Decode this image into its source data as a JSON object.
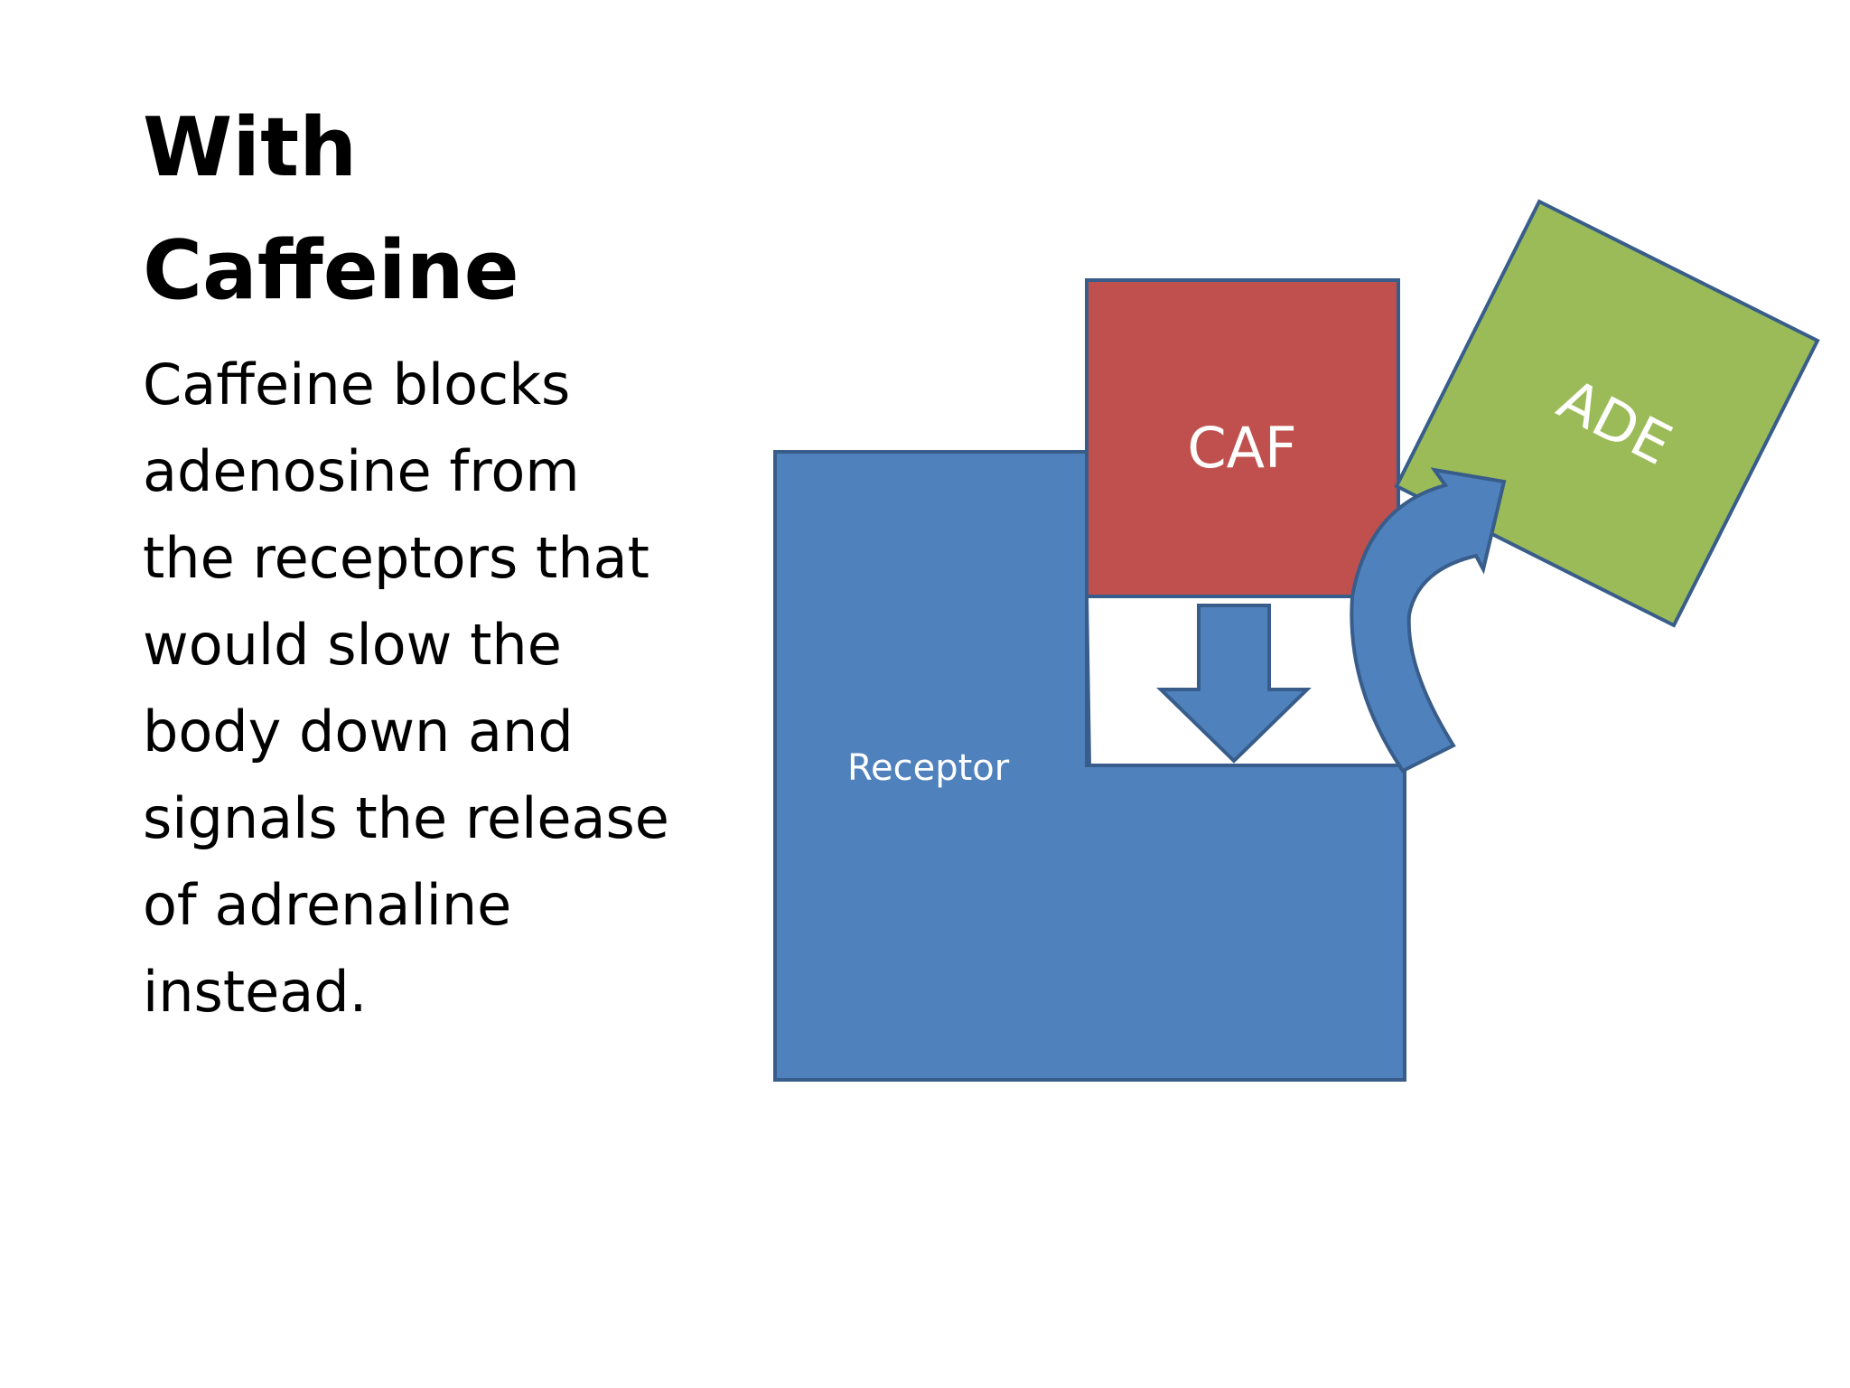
{
  "slide": {
    "title_lines": [
      "With",
      "Caffeine"
    ],
    "body_lines": [
      "Caffeine blocks",
      "adenosine from",
      "the receptors that",
      "would slow the",
      "body down and",
      "signals the release",
      "of adrenaline",
      "instead."
    ]
  },
  "diagram": {
    "receptor_label": "Receptor",
    "caffeine_label": "CAF",
    "adenosine_label": "ADE",
    "colors": {
      "receptor": "#4F81BD",
      "caffeine": "#C0504D",
      "adenosine": "#9BBB59",
      "arrow": "#4F81BD",
      "outline": "#385D8A"
    }
  }
}
